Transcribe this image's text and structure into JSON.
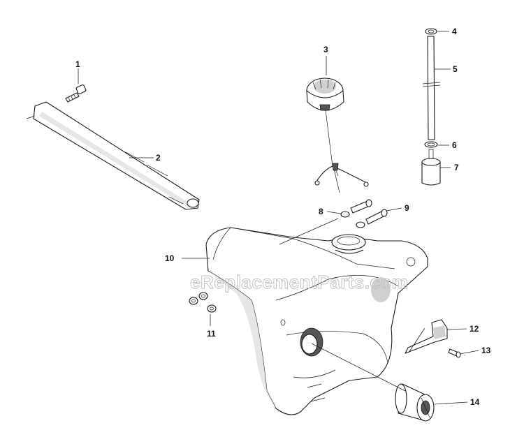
{
  "watermark": "eReplacementParts.com",
  "callouts": [
    {
      "id": "1",
      "label": "1"
    },
    {
      "id": "2",
      "label": "2"
    },
    {
      "id": "3",
      "label": "3"
    },
    {
      "id": "4",
      "label": "4"
    },
    {
      "id": "5",
      "label": "5"
    },
    {
      "id": "6",
      "label": "6"
    },
    {
      "id": "7",
      "label": "7"
    },
    {
      "id": "8",
      "label": "8"
    },
    {
      "id": "9",
      "label": "9"
    },
    {
      "id": "10",
      "label": "10"
    },
    {
      "id": "11",
      "label": "11"
    },
    {
      "id": "12",
      "label": "12"
    },
    {
      "id": "13",
      "label": "13"
    },
    {
      "id": "14",
      "label": "14"
    }
  ]
}
